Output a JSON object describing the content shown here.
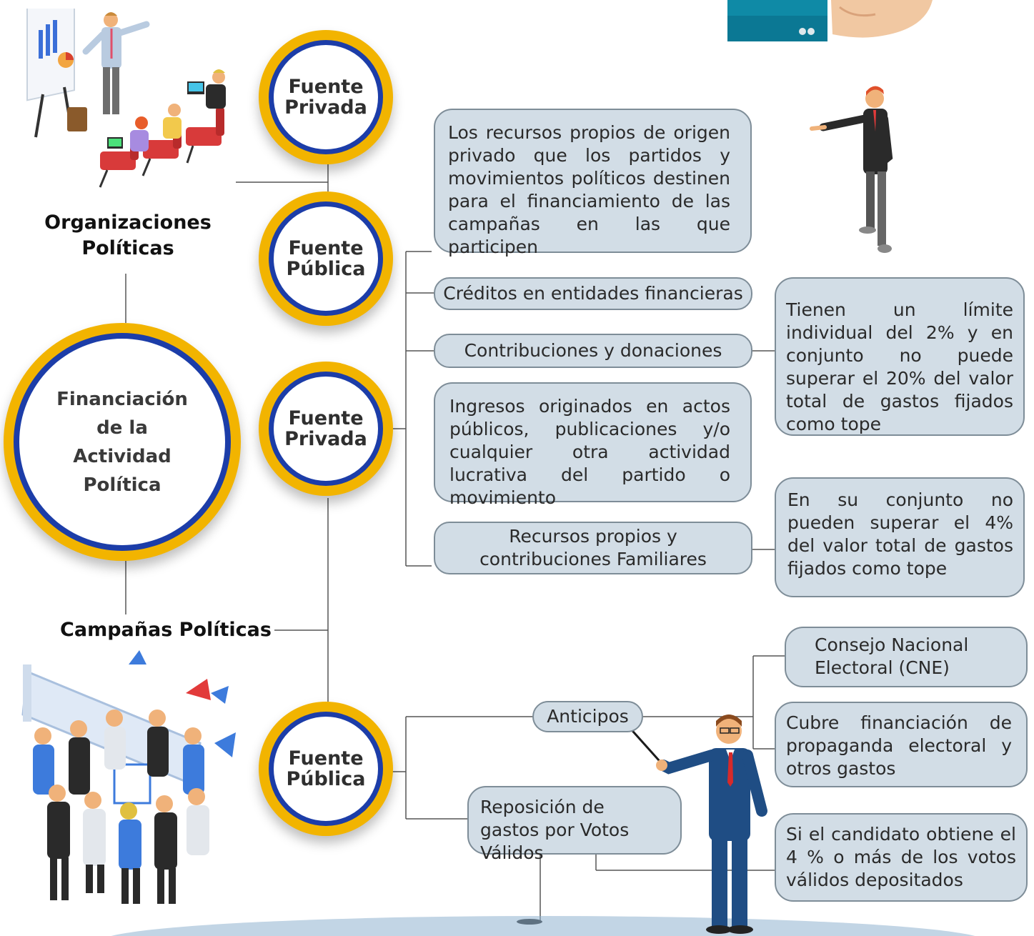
{
  "center": {
    "title": "Financiación de la Actividad Política",
    "lines": [
      "Financiación",
      "de la",
      "Actividad",
      "Política"
    ]
  },
  "branches": {
    "organizaciones": {
      "heading_lines": [
        "Organizaciones",
        "Políticas"
      ]
    },
    "campanas": {
      "heading": "Campañas Políticas"
    }
  },
  "sources": {
    "org_privada": [
      "Fuente",
      "Privada"
    ],
    "org_publica": [
      "Fuente",
      "Pública"
    ],
    "camp_privada": [
      "Fuente",
      "Privada"
    ],
    "camp_publica": [
      "Fuente",
      "Pública"
    ]
  },
  "boxes": {
    "recursos_propios_origen_privado": "Los recursos propios de origen privado que los partidos y movimientos políticos destinen para el financiamiento de las campañas en las que participen",
    "creditos": "Créditos en entidades financieras",
    "contribuciones": "Contribuciones y donaciones",
    "ingresos_actos": "Ingresos originados en actos públicos, publicaciones y/o cualquier otra actividad lucrativa del partido o movimiento",
    "recursos_familiares": "Recursos propios y contribuciones Familiares",
    "limite_individual": "Tienen un límite individual del 2% y en conjunto no puede superar el 20% del valor total de gastos fijados como tope",
    "limite_conjunto": "En su conjunto no pueden superar el 4% del valor total de gastos fijados como tope",
    "anticipos": "Anticipos",
    "reposicion": "Reposición de gastos por Votos Válidos",
    "cne": "Consejo Nacional Electoral (CNE)",
    "cubre": "Cubre financiación de propaganda electoral y otros gastos",
    "si_candidato": "Si el candidato obtiene el 4 % o más de los votos válidos depositados"
  },
  "colors": {
    "gold": "#f2b400",
    "blue_ring": "#1c3da8",
    "box_fill": "#d2dde6",
    "box_border": "#7e8d98",
    "line": "#555555"
  }
}
